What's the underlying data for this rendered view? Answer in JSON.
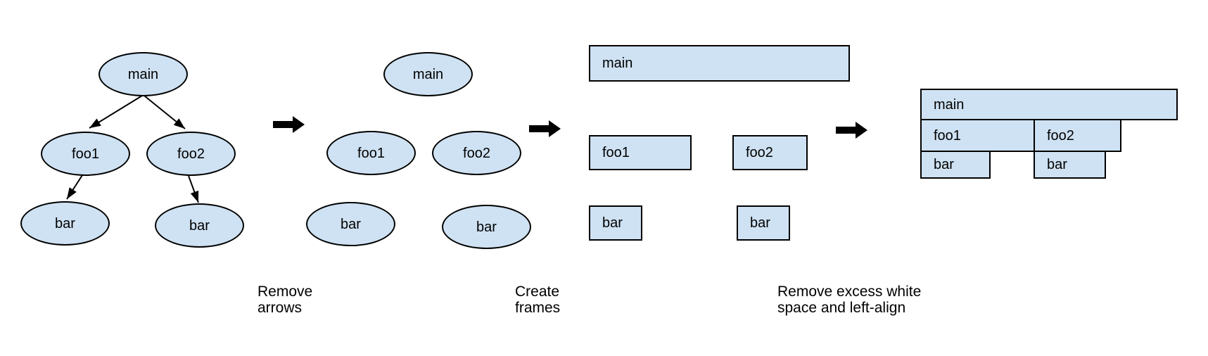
{
  "diagram": {
    "description": "flame graph construction steps",
    "colors": {
      "node_fill": "#cfe2f3",
      "node_stroke": "#000000",
      "arrow_fill": "#000000",
      "text": "#000000"
    },
    "stages": [
      {
        "name": "call-tree-with-arrows",
        "nodes": [
          {
            "label": "main"
          },
          {
            "label": "foo1"
          },
          {
            "label": "foo2"
          },
          {
            "label": "bar"
          },
          {
            "label": "bar"
          }
        ],
        "edges": [
          "main-foo1",
          "main-foo2",
          "foo1-bar",
          "foo2-bar"
        ]
      },
      {
        "name": "arrows-removed",
        "nodes": [
          {
            "label": "main"
          },
          {
            "label": "foo1"
          },
          {
            "label": "foo2"
          },
          {
            "label": "bar"
          },
          {
            "label": "bar"
          }
        ]
      },
      {
        "name": "frames-created",
        "nodes": [
          {
            "label": "main"
          },
          {
            "label": "foo1"
          },
          {
            "label": "foo2"
          },
          {
            "label": "bar"
          },
          {
            "label": "bar"
          }
        ]
      },
      {
        "name": "flame-graph",
        "nodes": [
          {
            "label": "main"
          },
          {
            "label": "foo1"
          },
          {
            "label": "foo2"
          },
          {
            "label": "bar"
          },
          {
            "label": "bar"
          }
        ]
      }
    ],
    "transitions": [
      {
        "caption": "Remove\narrows"
      },
      {
        "caption": "Create\nframes"
      },
      {
        "caption": "Remove excess white\nspace and left-align"
      }
    ]
  }
}
